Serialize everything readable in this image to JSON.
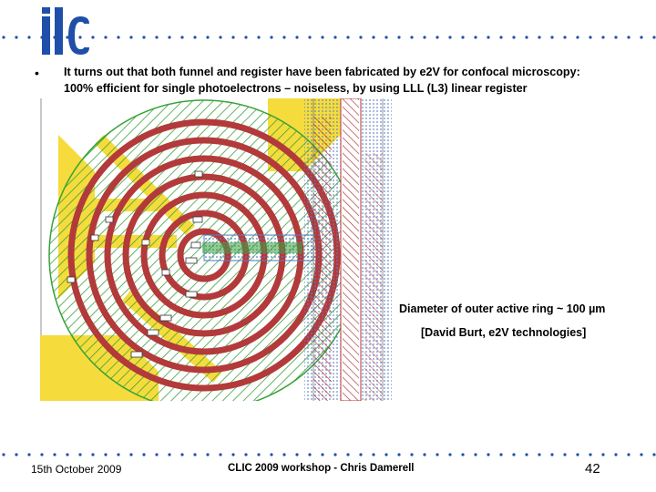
{
  "logo": {
    "text": "ilc",
    "color": "#1f4fa8"
  },
  "colors": {
    "dots": "#1f4fa8",
    "ring_red": "#b33a3a",
    "hatch_green": "#3aa23a",
    "pad_yellow": "#f5dc3c",
    "register_blue": "#9fb8e0"
  },
  "bullet": {
    "line1": "It turns out that both funnel and register have been fabricated by e2V for confocal microscopy:",
    "line2": "100% efficient for single photoelectrons – noiseless, by using LLL (L3) linear register"
  },
  "captions": {
    "diameter": "Diameter of outer active ring ~ 100 µm",
    "credit": "[David Burt, e2V technologies]"
  },
  "footer": {
    "date": "15th October 2009",
    "event": "CLIC 2009 workshop - Chris Damerell",
    "page": "42"
  }
}
